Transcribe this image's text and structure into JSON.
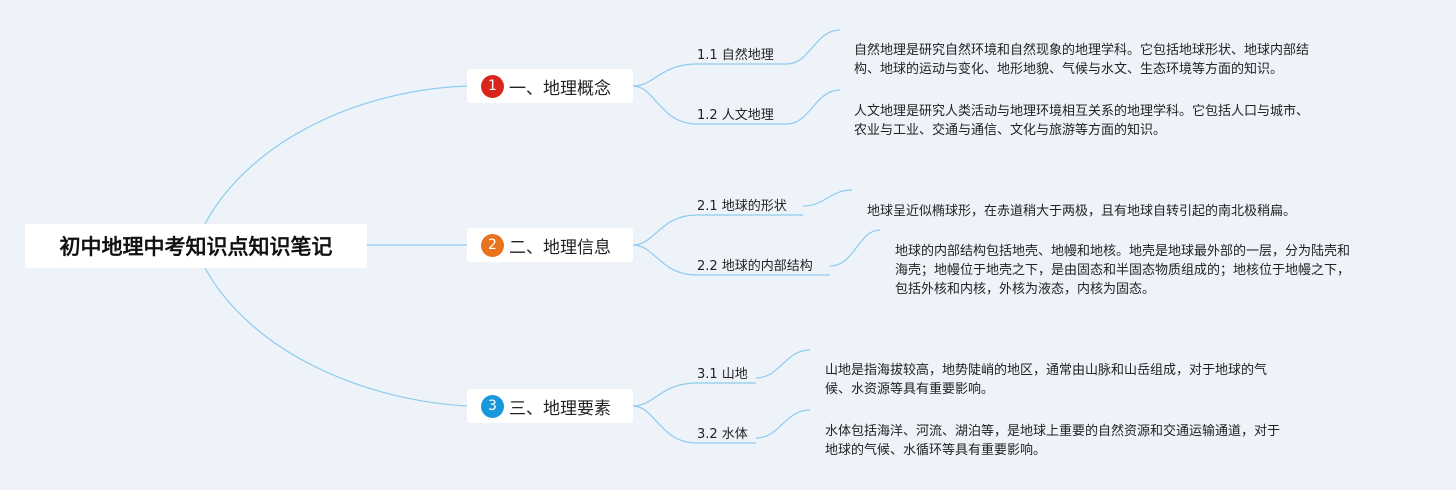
{
  "title": "初中地理中考知识点知识笔记",
  "colors": {
    "line": "#8ecbed",
    "background": "#eef3f9",
    "badge_1": "#d9261c",
    "badge_2": "#e8731c",
    "badge_3": "#1a96db"
  },
  "branches": [
    {
      "badge": "1",
      "label": "一、地理概念",
      "children": [
        {
          "label": "1.1 自然地理",
          "desc_lines": [
            "自然地理是研究自然环境和自然现象的地理学科。它包括地球形状、地球内部结",
            "构、地球的运动与变化、地形地貌、气候与水文、生态环境等方面的知识。"
          ]
        },
        {
          "label": "1.2 人文地理",
          "desc_lines": [
            "人文地理是研究人类活动与地理环境相互关系的地理学科。它包括人口与城市、",
            "农业与工业、交通与通信、文化与旅游等方面的知识。"
          ]
        }
      ]
    },
    {
      "badge": "2",
      "label": "二、地理信息",
      "children": [
        {
          "label": "2.1 地球的形状",
          "desc_lines": [
            "地球呈近似椭球形，在赤道稍大于两极，且有地球自转引起的南北极稍扁。"
          ]
        },
        {
          "label": "2.2 地球的内部结构",
          "desc_lines": [
            "地球的内部结构包括地壳、地幔和地核。地壳是地球最外部的一层，分为陆壳和",
            "海壳；地幔位于地壳之下，是由固态和半固态物质组成的；地核位于地幔之下，",
            "包括外核和内核，外核为液态，内核为固态。"
          ]
        }
      ]
    },
    {
      "badge": "3",
      "label": "三、地理要素",
      "children": [
        {
          "label": "3.1 山地",
          "desc_lines": [
            "山地是指海拔较高，地势陡峭的地区，通常由山脉和山岳组成，对于地球的气",
            "候、水资源等具有重要影响。"
          ]
        },
        {
          "label": "3.2 水体",
          "desc_lines": [
            "水体包括海洋、河流、湖泊等，是地球上重要的自然资源和交通运输通道，对于",
            "地球的气候、水循环等具有重要影响。"
          ]
        }
      ]
    }
  ]
}
